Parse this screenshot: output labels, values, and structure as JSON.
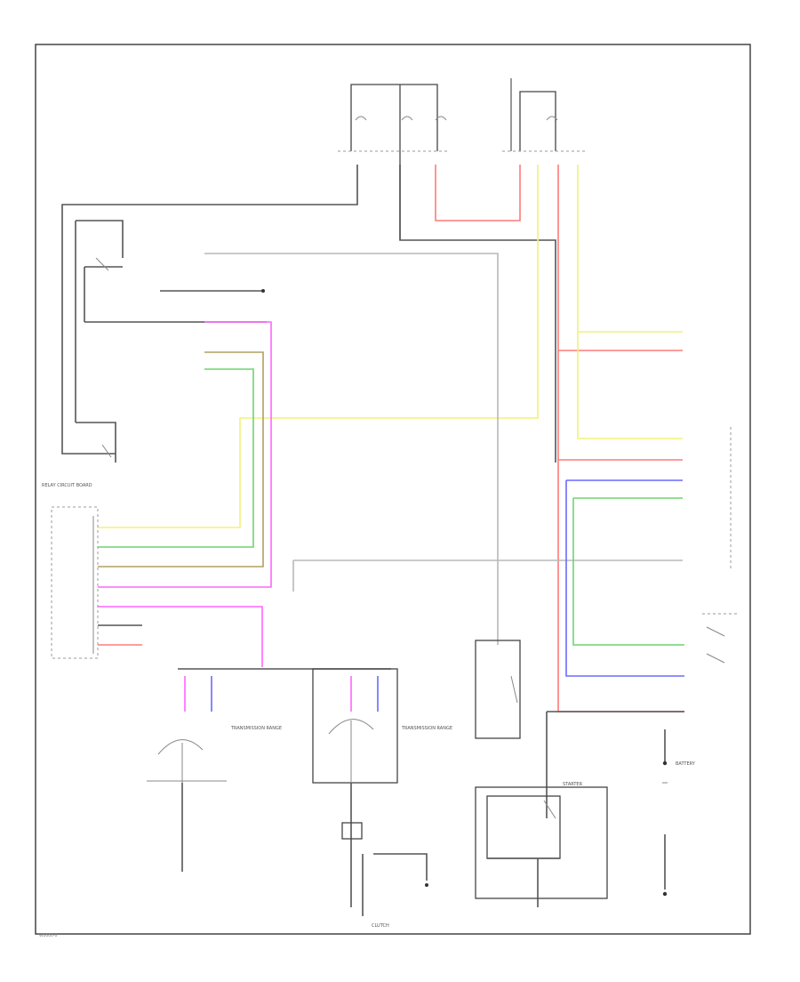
{
  "colors": {
    "black": "#555555",
    "red": "#ff7a7a",
    "yellow": "#f2f27a",
    "green": "#6fd36f",
    "olive": "#b0a060",
    "pink": "#ff66ff",
    "blue": "#6a6aff",
    "gray": "#aaaaaa"
  },
  "labels": {
    "relay_circuit_board": "RELAY CIRCUIT BOARD",
    "transmission_range_1": "TRANSMISSION RANGE",
    "transmission_range_2": "TRANSMISSION RANGE",
    "starter": "STARTER",
    "battery": "BATTERY",
    "clutch": "CLUTCH",
    "page_code": "W0000-0"
  }
}
